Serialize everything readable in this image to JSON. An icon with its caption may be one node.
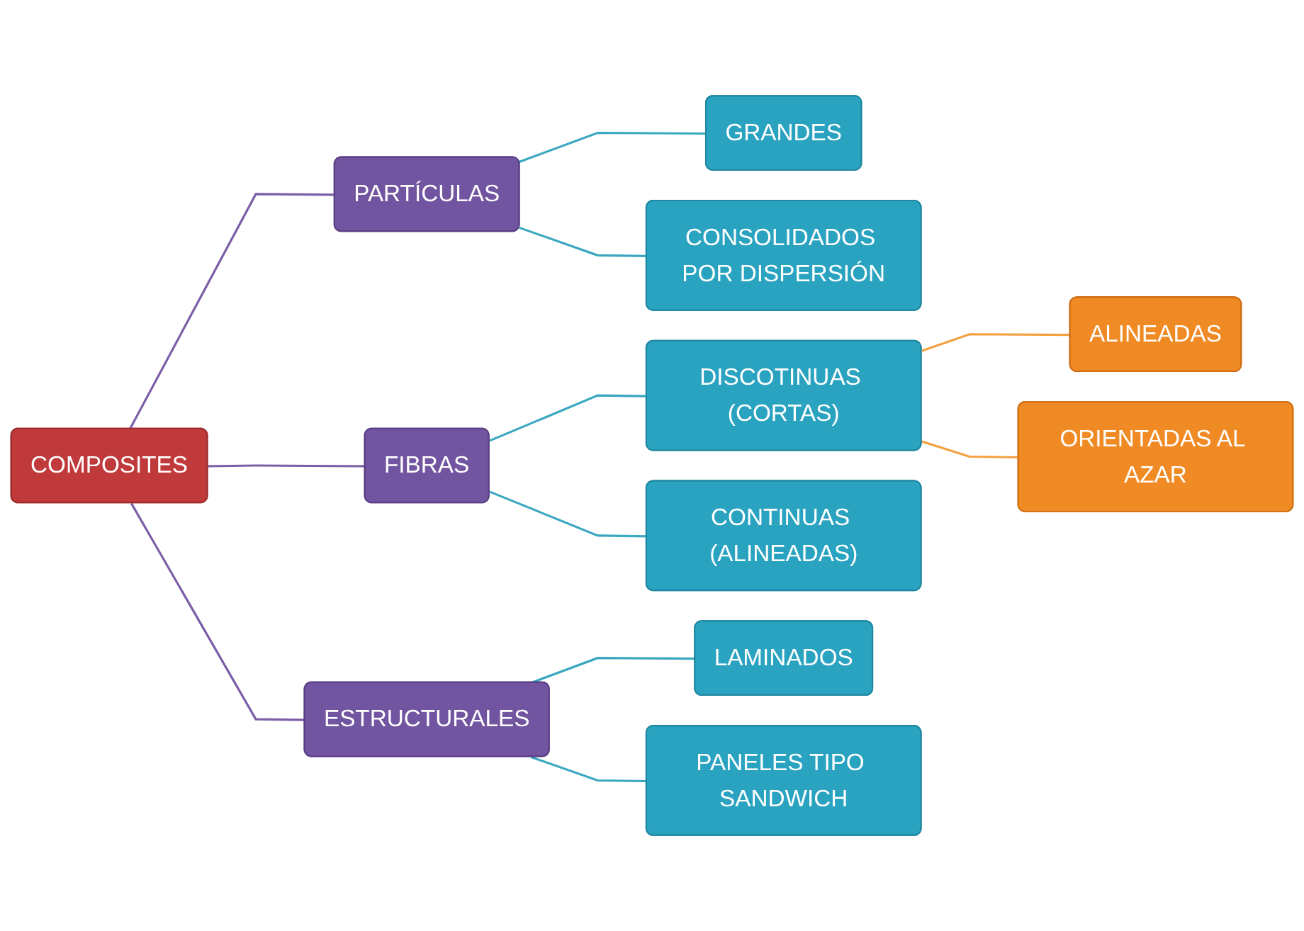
{
  "diagram": {
    "nodes": [
      {
        "text": [
          "COMPOSITES"
        ]
      },
      {
        "text": [
          "PARTÍCULAS"
        ]
      },
      {
        "text": [
          "GRANDES"
        ]
      },
      {
        "text": [
          "CONSOLIDADOS POR DISPERSIÓN"
        ]
      },
      {
        "text": [
          "FIBRAS"
        ]
      },
      {
        "text": [
          "DISCOTINUAS (CORTAS)"
        ]
      },
      {
        "text": [
          "ALINEADAS"
        ]
      },
      {
        "text": [
          "ORIENTADAS AL AZAR"
        ]
      },
      {
        "text": [
          "CONTINUAS (ALINEADAS)"
        ]
      },
      {
        "text": [
          "ESTRUCTURALES"
        ]
      },
      {
        "text": [
          "LAMINADOS"
        ]
      },
      {
        "text": [
          "PANELES TIPO SANDWICH"
        ]
      }
    ],
    "edges": [
      {
        "from": 0,
        "to": 1,
        "arrow": "none",
        "color": "#7b5ea7"
      },
      {
        "from": 0,
        "to": 4,
        "arrow": "none",
        "color": "#7b5ea7"
      },
      {
        "from": 0,
        "to": 9,
        "arrow": "none",
        "color": "#7b5ea7"
      },
      {
        "from": 1,
        "to": 2,
        "arrow": "none"
      },
      {
        "from": 1,
        "to": 3,
        "arrow": "none"
      },
      {
        "from": 4,
        "to": 5,
        "arrow": "none"
      },
      {
        "from": 4,
        "to": 8,
        "arrow": "none"
      },
      {
        "from": 5,
        "to": 6,
        "arrow": "none",
        "color": "#f5a040"
      },
      {
        "from": 5,
        "to": 7,
        "arrow": "none",
        "color": "#f5a040"
      },
      {
        "from": 9,
        "to": 10,
        "arrow": "none"
      },
      {
        "from": 9,
        "to": 11,
        "arrow": "none"
      }
    ]
  }
}
